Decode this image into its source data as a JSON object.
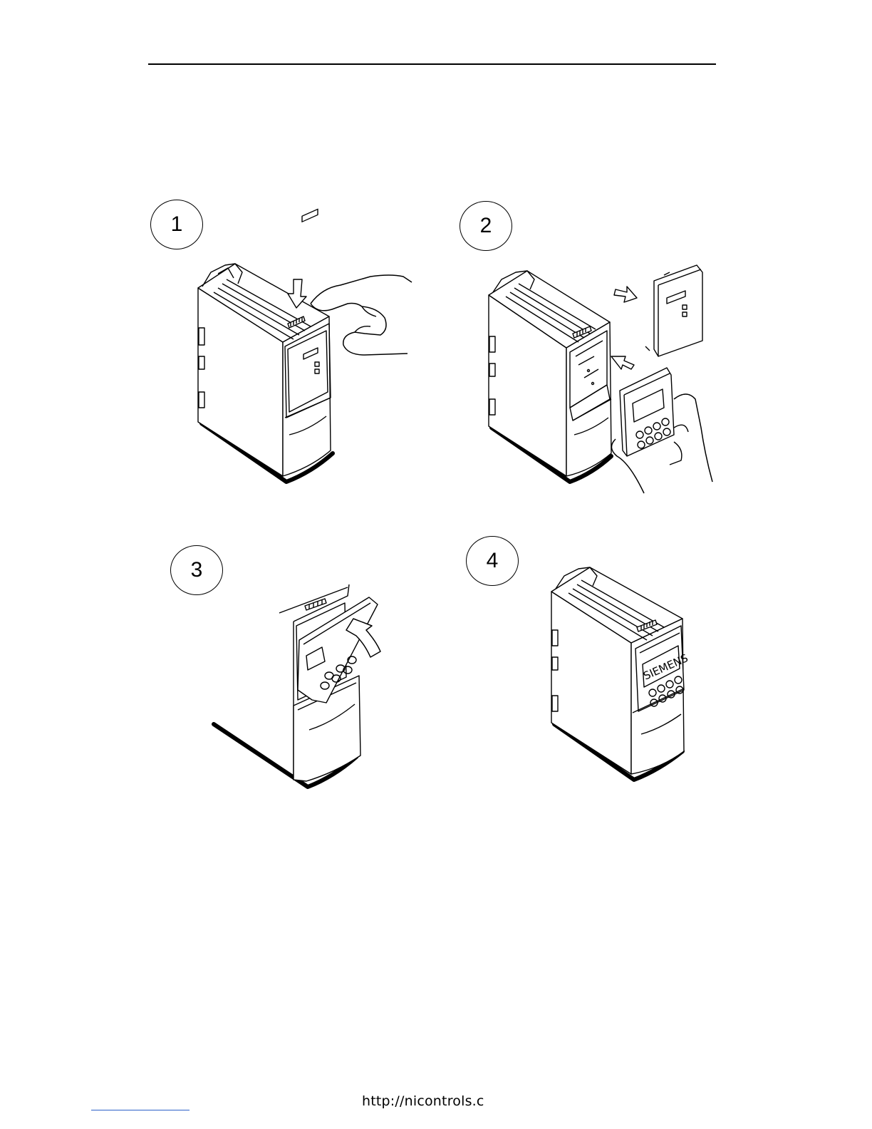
{
  "steps": [
    {
      "number": "1"
    },
    {
      "number": "2"
    },
    {
      "number": "3"
    },
    {
      "number": "4"
    }
  ],
  "panel_brand": "SIEMENS",
  "footer": {
    "url": "http://nicontrols.c"
  }
}
